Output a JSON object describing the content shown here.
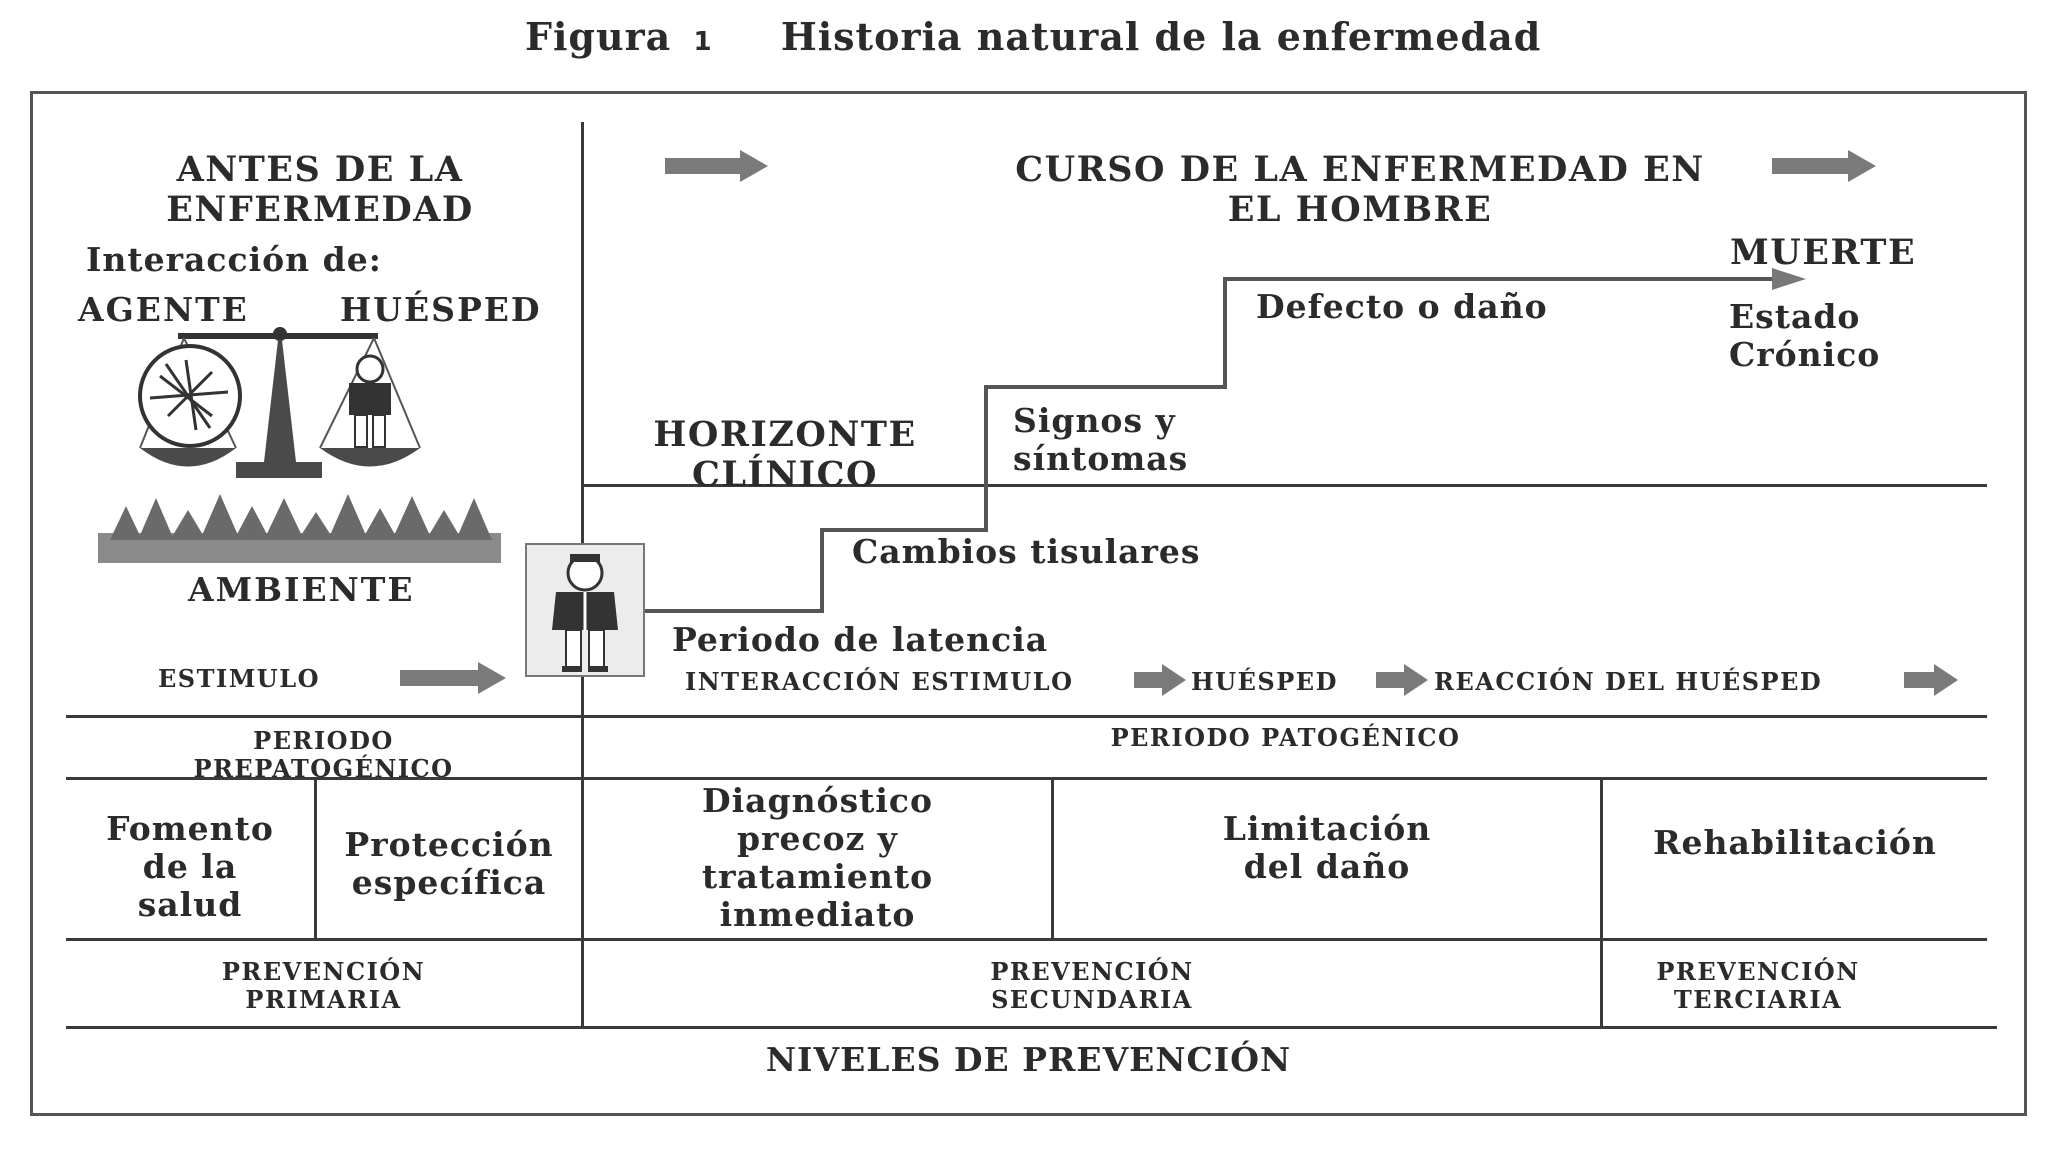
{
  "figure": {
    "label": "Figura",
    "number": "1",
    "title": "Historia natural de la enfermedad"
  },
  "pre": {
    "heading": "ANTES  DE LA\nENFERMEDAD",
    "interaction": "Interacción de:",
    "agent": "AGENTE",
    "host": "HUÉSPED",
    "environment": "AMBIENTE",
    "stimulus": "ESTIMULO"
  },
  "course": {
    "heading": "CURSO DE LA ENFERMEDAD EN\nEL HOMBRE",
    "death": "MUERTE",
    "defect": "Defecto o daño",
    "chronic": "Estado\nCrónico",
    "horizon": "HORIZONTE\nCLÍNICO",
    "signs": "Signos y\nsíntomas",
    "tissue": "Cambios tisulares",
    "latency": "Periodo de latencia",
    "flow": [
      "INTERACCIÓN  ESTIMULO",
      "HUÉSPED",
      "REACCIÓN DEL HUÉSPED"
    ]
  },
  "periods": {
    "pre": "PERIODO\nPREPATOGÉNICO",
    "path": "PERIODO  PATOGÉNICO"
  },
  "measures": {
    "health": "Fomento\nde la\nsalud",
    "protection": "Protección\nespecífica",
    "diagnosis": "Diagnóstico\nprecoz y\ntratamiento\ninmediato",
    "limitation": "Limitación\ndel daño",
    "rehab": "Rehabilitación"
  },
  "prevention": {
    "primary": "PREVENCIÓN\nPRIMARIA",
    "secondary": "PREVENCIÓN\nSECUNDARIA",
    "tertiary": "PREVENCIÓN\nTERCIARIA",
    "levels": "NIVELES DE PREVENCIÓN"
  },
  "colors": {
    "ink": "#2b2b2b",
    "arrow": "#7a7a7a",
    "line": "#3a3a3a"
  }
}
